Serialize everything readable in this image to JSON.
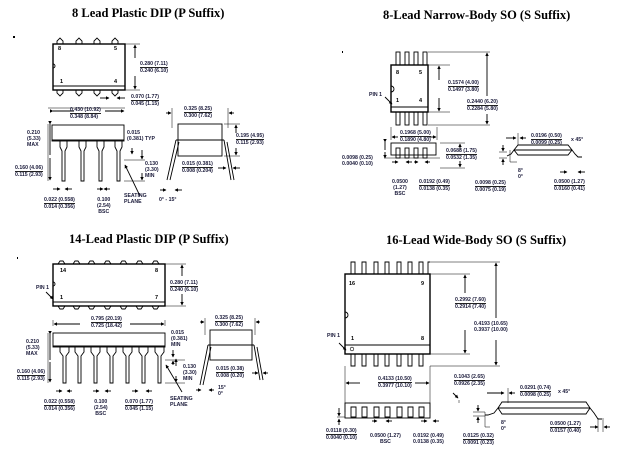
{
  "panels": {
    "dip8": {
      "title": "8 Lead Plastic DIP (P Suffix)",
      "pins": {
        "tl": "8",
        "tr": "5",
        "bl": "1",
        "br": "4"
      },
      "dims": {
        "width_max": "0.280 (7.11)",
        "width_min": "0.240 (6.10)",
        "pitch_max": "0.070 (1.77)",
        "pitch_min": "0.045 (1.15)",
        "len_max": "0.430 (10.92)",
        "len_min": "0.348 (8.84)",
        "height_a": "0.210",
        "height_b": "(5.33)",
        "height_c": "MAX",
        "lead_len_max": "0.160 (4.06)",
        "lead_len_min": "0.115 (2.93)",
        "lead_w_max": "0.022 (0.558)",
        "lead_w_min": "0.014 (0.356)",
        "pitch_a": "0.100",
        "pitch_b": "(2.54)",
        "pitch_c": "BSC",
        "shoulder_a": "0.015",
        "shoulder_b": "(0.381) TYP",
        "seat_a": "0.130",
        "seat_b": "(3.30)",
        "seat_c": "MIN",
        "seating_a": "SEATING",
        "seating_b": "PLANE",
        "row_max": "0.325 (8.25)",
        "row_min": "0.300 (7.62)",
        "side_h_max": "0.195 (4.95)",
        "side_h_min": "0.115 (2.93)",
        "thick_max": "0.015 (0.381)",
        "thick_min": "0.008 (0.204)",
        "angle": "0° - 15°"
      }
    },
    "so8": {
      "title": "8-Lead Narrow-Body SO (S Suffix)",
      "pin1": "PIN 1",
      "pins": {
        "tl": "8",
        "tr": "5",
        "bl": "1",
        "br": "4"
      },
      "dims": {
        "width_max": "0.1574 (4.00)",
        "width_min": "0.1497 (3.80)",
        "overall_max": "0.2440 (6.20)",
        "overall_min": "0.2284 (5.80)",
        "len_max": "0.1968 (5.00)",
        "len_min": "0.1890 (4.80)",
        "height_max": "0.0688 (1.75)",
        "height_min": "0.0532 (1.35)",
        "standoff_max": "0.0098 (0.25)",
        "standoff_min": "0.0040 (0.10)",
        "pitch_a": "0.0500",
        "pitch_b": "(1.27)",
        "pitch_c": "BSC",
        "lead_w_max": "0.0192 (0.49)",
        "lead_w_min": "0.0138 (0.35)",
        "chamfer_max": "0.0196 (0.50)",
        "chamfer_min": "0.0099 (0.25)",
        "chamfer_angle": "x 45°",
        "thick_max": "0.0098 (0.25)",
        "thick_min": "0.0075 (0.19)",
        "angle_a": "8°",
        "angle_b": "0°",
        "foot_max": "0.0500 (1.27)",
        "foot_min": "0.0160 (0.41)"
      }
    },
    "dip14": {
      "title": "14-Lead Plastic DIP (P Suffix)",
      "pin1": "PIN 1",
      "pins": {
        "tl": "14",
        "tr": "8",
        "bl": "1",
        "br": "7"
      },
      "dims": {
        "width_max": "0.280 (7.11)",
        "width_min": "0.240 (6.10)",
        "len_max": "0.795 (20.19)",
        "len_min": "0.725 (18.42)",
        "height_a": "0.210",
        "height_b": "(5.33)",
        "height_c": "MAX",
        "lead_len_max": "0.160 (4.06)",
        "lead_len_min": "0.115 (2.93)",
        "lead_w_max": "0.022 (0.558)",
        "lead_w_min": "0.014 (0.356)",
        "pitch_a": "0.100",
        "pitch_b": "(2.54)",
        "pitch_c": "BSC",
        "shoulder_max": "0.070 (1.77)",
        "shoulder_min": "0.045 (1.15)",
        "gap_a": "0.015",
        "gap_b": "(0.381)",
        "gap_c": "MIN",
        "seat_a": "0.130",
        "seat_b": "(3.30)",
        "seat_c": "MIN",
        "seating_a": "SEATING",
        "seating_b": "PLANE",
        "row_max": "0.325 (8.25)",
        "row_min": "0.300 (7.62)",
        "thick_max": "0.015 (0.38)",
        "thick_min": "0.008 (0.20)",
        "angle_a": "15°",
        "angle_b": "0°"
      }
    },
    "so16": {
      "title": "16-Lead Wide-Body SO (S Suffix)",
      "pin1": "PIN 1",
      "pins": {
        "tl": "16",
        "tr": "9",
        "bl": "1",
        "br": "8"
      },
      "dims": {
        "width_max": "0.2992 (7.60)",
        "width_min": "0.2914 (7.40)",
        "overall_max": "0.4193 (10.65)",
        "overall_min": "0.3937 (10.00)",
        "len_max": "0.4133 (10.50)",
        "len_min": "0.3977 (10.10)",
        "height_max": "0.1043 (2.65)",
        "height_min": "0.0926 (2.35)",
        "standoff_max": "0.0118 (0.30)",
        "standoff_min": "0.0040 (0.10)",
        "pitch": "0.0500 (1.27)",
        "pitch_c": "BSC",
        "lead_w_max": "0.0192 (0.49)",
        "lead_w_min": "0.0138 (0.35)",
        "thick_max": "0.0125 (0.32)",
        "thick_min": "0.0091 (0.23)",
        "angle_a": "8°",
        "angle_b": "0°",
        "chamfer_max": "0.0291 (0.74)",
        "chamfer_min": "0.0098 (0.25)",
        "chamfer_angle": "x 45°",
        "foot_max": "0.0500 (1.27)",
        "foot_min": "0.0157 (0.40)"
      }
    }
  }
}
